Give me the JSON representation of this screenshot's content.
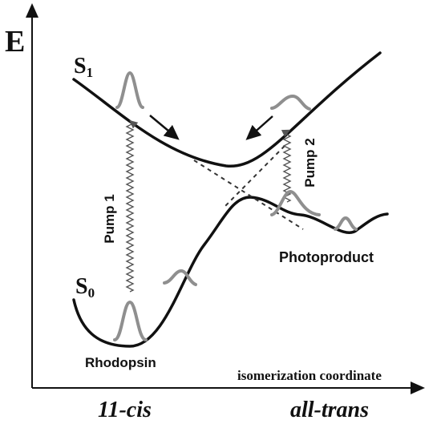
{
  "axes": {
    "y_label": "E",
    "x_label": "isomerization coordinate",
    "x_tick_left": "11-cis",
    "x_tick_right": "all-trans"
  },
  "states": {
    "s1_main": "S",
    "s1_sub": "1",
    "s0_main": "S",
    "s0_sub": "0"
  },
  "labels": {
    "rhodopsin": "Rhodopsin",
    "photoproduct": "Photoproduct",
    "pump1": "Pump 1",
    "pump2": "Pump 2"
  },
  "colors": {
    "curve": "#111111",
    "wavepacket": "#8f8f8f",
    "pump": "#555555",
    "crossing": "#333333"
  }
}
